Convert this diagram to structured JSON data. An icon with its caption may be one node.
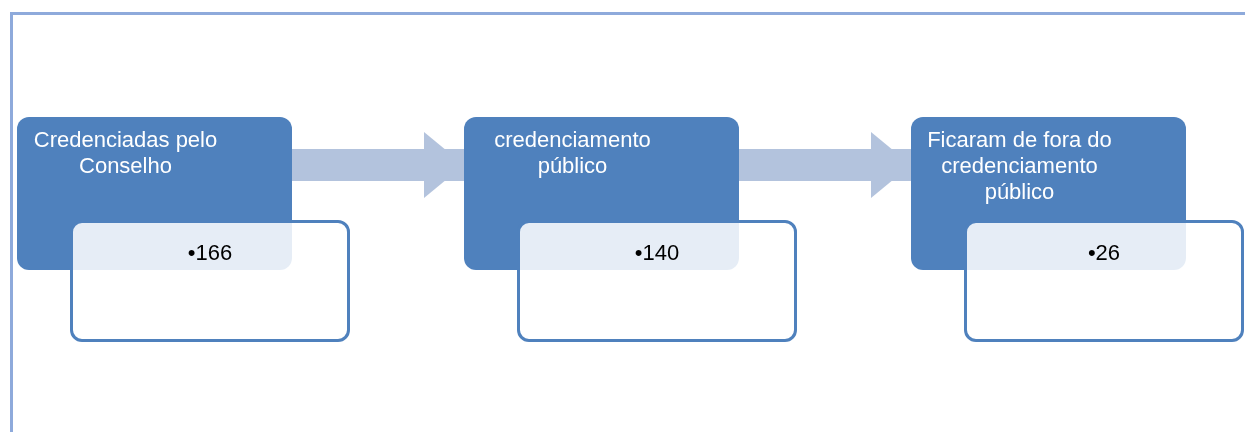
{
  "diagram": {
    "nodes": [
      {
        "text": [
          "Credenciadas pelo Conselho"
        ]
      },
      {
        "text": [
          "•166"
        ]
      },
      {
        "text": [
          "credenciamento público"
        ]
      },
      {
        "text": [
          "•140"
        ]
      },
      {
        "text": [
          "Ficaram de fora do credenciamento público"
        ]
      },
      {
        "text": [
          "•26"
        ]
      }
    ],
    "edges": [
      {
        "from": 0,
        "to": 2,
        "arrow": "to"
      },
      {
        "from": 2,
        "to": 4,
        "arrow": "to"
      }
    ]
  }
}
